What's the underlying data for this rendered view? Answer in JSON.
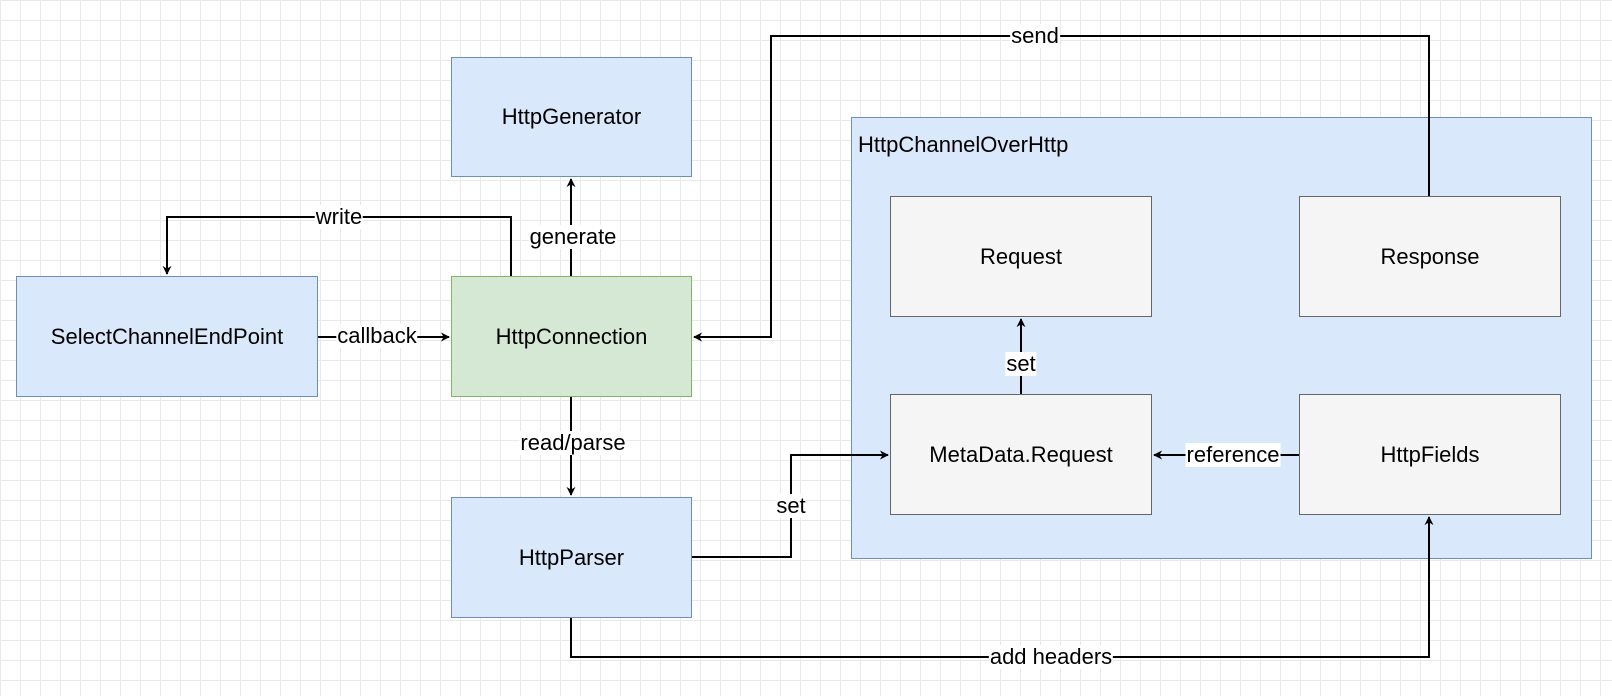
{
  "nodes": {
    "http_generator": "HttpGenerator",
    "select_channel_endpoint": "SelectChannelEndPoint",
    "http_connection": "HttpConnection",
    "http_parser": "HttpParser",
    "channel_container": "HttpChannelOverHttp",
    "request": "Request",
    "response": "Response",
    "metadata_request": "MetaData.Request",
    "http_fields": "HttpFields"
  },
  "edges": {
    "send": "send",
    "write": "write",
    "generate": "generate",
    "callback": "callback",
    "read_parse": "read/parse",
    "set_parser": "set",
    "set_metadata": "set",
    "reference": "reference",
    "add_headers": "add headers"
  },
  "colors": {
    "blue_fill": "#dae8fc",
    "blue_stroke": "#6c8ebf",
    "green_fill": "#d5e8d4",
    "green_stroke": "#82b366",
    "grey_fill": "#f5f5f5",
    "grey_stroke": "#666666",
    "edge": "#000000",
    "grid": "#e9e9e9"
  }
}
